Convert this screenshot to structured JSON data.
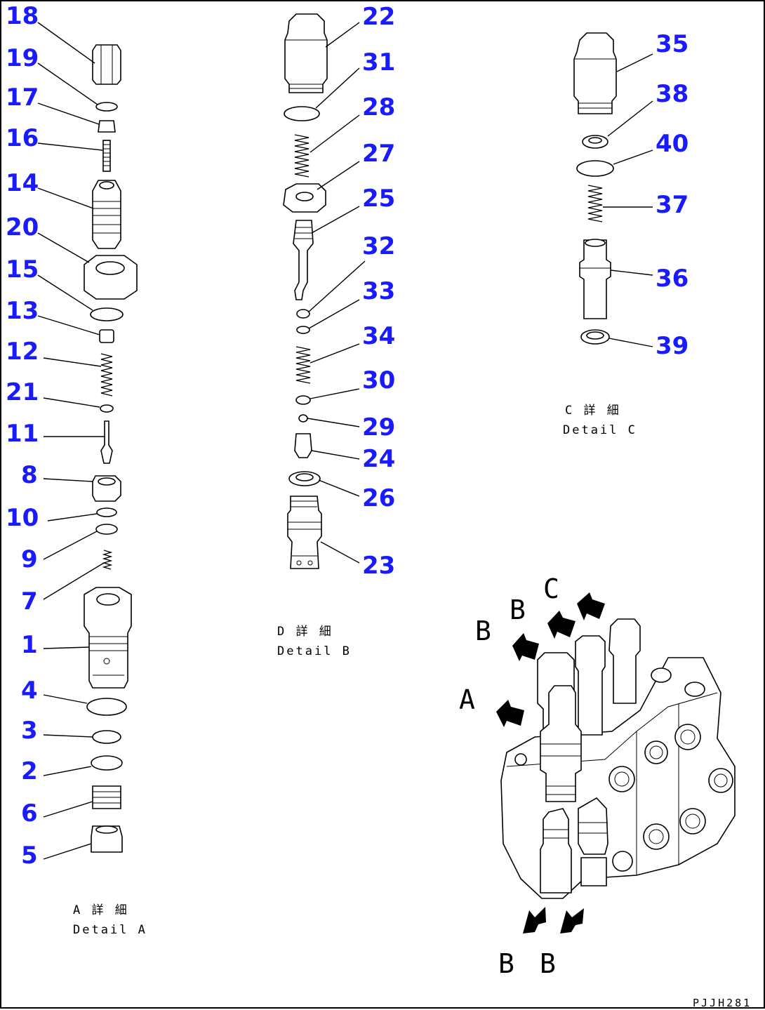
{
  "callouts": [
    {
      "id": "c18",
      "text": "18"
    },
    {
      "id": "c19",
      "text": "19"
    },
    {
      "id": "c17",
      "text": "17"
    },
    {
      "id": "c16",
      "text": "16"
    },
    {
      "id": "c14",
      "text": "14"
    },
    {
      "id": "c20",
      "text": "20"
    },
    {
      "id": "c15",
      "text": "15"
    },
    {
      "id": "c13",
      "text": "13"
    },
    {
      "id": "c12",
      "text": "12"
    },
    {
      "id": "c21",
      "text": "21"
    },
    {
      "id": "c11",
      "text": "11"
    },
    {
      "id": "c8",
      "text": "8"
    },
    {
      "id": "c10",
      "text": "10"
    },
    {
      "id": "c9",
      "text": "9"
    },
    {
      "id": "c7",
      "text": "7"
    },
    {
      "id": "c1",
      "text": "1"
    },
    {
      "id": "c4",
      "text": "4"
    },
    {
      "id": "c3",
      "text": "3"
    },
    {
      "id": "c2",
      "text": "2"
    },
    {
      "id": "c6",
      "text": "6"
    },
    {
      "id": "c5",
      "text": "5"
    },
    {
      "id": "c22",
      "text": "22"
    },
    {
      "id": "c31",
      "text": "31"
    },
    {
      "id": "c28",
      "text": "28"
    },
    {
      "id": "c27",
      "text": "27"
    },
    {
      "id": "c25",
      "text": "25"
    },
    {
      "id": "c32",
      "text": "32"
    },
    {
      "id": "c33",
      "text": "33"
    },
    {
      "id": "c34",
      "text": "34"
    },
    {
      "id": "c30",
      "text": "30"
    },
    {
      "id": "c29",
      "text": "29"
    },
    {
      "id": "c24",
      "text": "24"
    },
    {
      "id": "c26",
      "text": "26"
    },
    {
      "id": "c23",
      "text": "23"
    },
    {
      "id": "c35",
      "text": "35"
    },
    {
      "id": "c38",
      "text": "38"
    },
    {
      "id": "c40",
      "text": "40"
    },
    {
      "id": "c37",
      "text": "37"
    },
    {
      "id": "c36",
      "text": "36"
    },
    {
      "id": "c39",
      "text": "39"
    }
  ],
  "details": {
    "a": {
      "jp": "A 詳 細",
      "en": "Detail A"
    },
    "b": {
      "jp": "D 詳 細",
      "en": "Detail B"
    },
    "c": {
      "jp": "C 詳 細",
      "en": "Detail C"
    }
  },
  "arrows": {
    "a": "A",
    "b1": "B",
    "b2": "B",
    "c": "C",
    "b3": "B",
    "b4": "B"
  },
  "drawing_code": "PJJH281"
}
